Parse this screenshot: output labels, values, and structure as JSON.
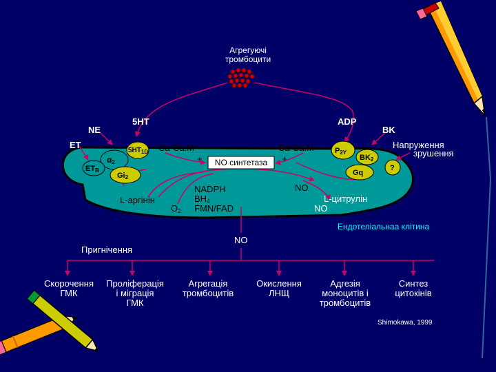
{
  "top": {
    "line1": "Агрегуючі",
    "line2": "тромбоцити"
  },
  "labels": {
    "ht5": "5HT",
    "ne": "NE",
    "et": "ET",
    "alpha2": "α",
    "alpha2_sub": "2",
    "ht_receptor": "5HT",
    "ht_receptor_sub": "1D",
    "etb": "ET",
    "etb_sub": "B",
    "gi2": "Gi",
    "gi2_sub": "2",
    "ca_cam_left": "Ca²Ca.M",
    "plus_left": "+",
    "no_synthase": "NO синтетаза",
    "ca_cam_right": "Ca²Ca.M",
    "plus_right": "+",
    "adp": "ADP",
    "p2y": "P",
    "p2y_sub": "2Y",
    "bk": "BK",
    "bk2": "BK",
    "bk2_sub": "2",
    "gq": "Gq",
    "stress_line1": "Напруження",
    "stress_line2": "зрушення",
    "question": "?",
    "l_arginine": "L-аргінін",
    "o2": "O",
    "o2_sub": "2",
    "nadph": "NADPH",
    "bh4": "BH",
    "bh4_sub": "4",
    "fmn": "FMN/FAD",
    "no_top": "NO",
    "l_citrulline": "L-цитрулін",
    "no_bottom": "NO",
    "endothelial": "Ендотеліальнаа клітина",
    "no_center": "NO",
    "inhibition": "Пригнічення",
    "citation": "Shimokawa, 1999"
  },
  "effects": [
    {
      "line1": "Скорочення",
      "line2": "ГМК",
      "line3": ""
    },
    {
      "line1": "Проліферація",
      "line2": "і міграція",
      "line3": "ГМК"
    },
    {
      "line1": "Агрегація",
      "line2": "тромбоцитів",
      "line3": ""
    },
    {
      "line1": "Окислення",
      "line2": "ЛНЩ",
      "line3": ""
    },
    {
      "line1": "Адгезія",
      "line2": "моноцитів і",
      "line3": "тромбоцитів"
    },
    {
      "line1": "Синтез",
      "line2": "цитокінів",
      "line3": ""
    }
  ],
  "colors": {
    "background": "#000066",
    "cell": "#009999",
    "cell_border": "#000000",
    "receptor": "#cccc00",
    "arrows": "#cc0066",
    "platelets": "#cc0000",
    "text": "#ffffff",
    "cell_label": "#00ffff"
  },
  "icons": [
    "pencil-icon",
    "crayon-icon",
    "platelet-cluster-icon"
  ]
}
